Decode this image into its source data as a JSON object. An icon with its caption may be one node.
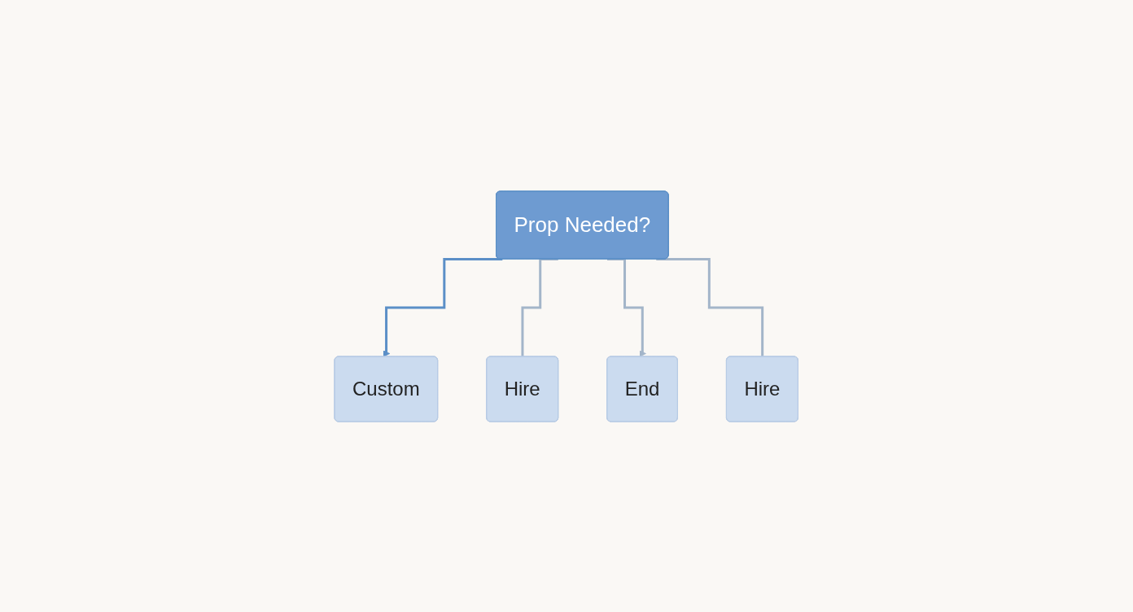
{
  "diagram": {
    "nodes": [
      {
        "text": [
          "Prop Needed?"
        ]
      },
      {
        "text": [
          "Custom"
        ]
      },
      {
        "text": [
          "Hire"
        ]
      },
      {
        "text": [
          "End"
        ]
      },
      {
        "text": [
          "Hire"
        ]
      }
    ],
    "edges": [
      {
        "from": 0,
        "to": 1,
        "arrow": "to",
        "color": "#5b8fc7"
      },
      {
        "from": 0,
        "to": 2,
        "arrow": "none"
      },
      {
        "from": 0,
        "to": 3,
        "arrow": "to"
      },
      {
        "from": 0,
        "to": 4,
        "arrow": "none"
      }
    ]
  }
}
